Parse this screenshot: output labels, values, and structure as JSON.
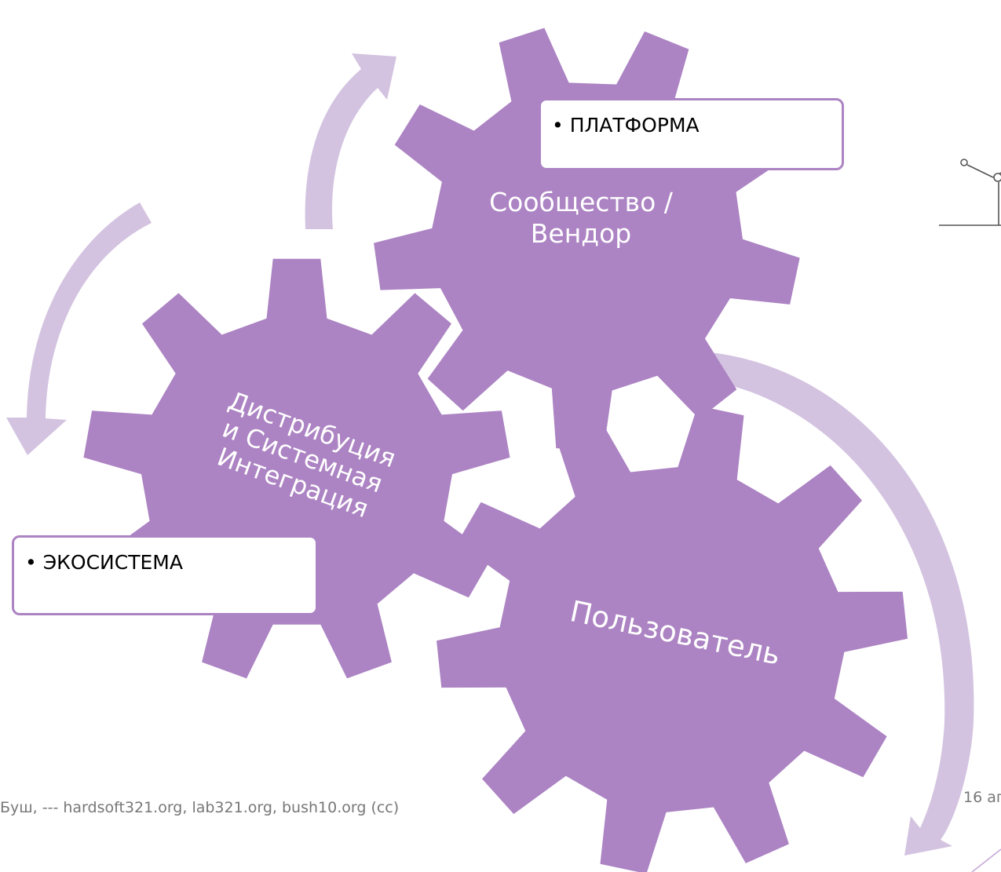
{
  "colors": {
    "gear": "#ac83c3",
    "arrow": "#d3c3e0",
    "callout_border": "#ac83c3",
    "label_text": "#ffffff",
    "footer_text": "#777777"
  },
  "gears": {
    "community": {
      "label_line1": "Сообщество /",
      "label_line2": "Вендор"
    },
    "distribution": {
      "label_line1": "Дистрибуция",
      "label_line2": "и Системная",
      "label_line3": "Интеграция"
    },
    "user": {
      "label": "Пользователь"
    }
  },
  "callouts": {
    "platform": "• ПЛАТФОРМА",
    "ecosystem": "• ЭКОСИСТЕМА"
  },
  "footer": {
    "left": "Буш, --- hardsoft321.org, lab321.org, bush10.org (cc)",
    "right": "16 ап"
  }
}
